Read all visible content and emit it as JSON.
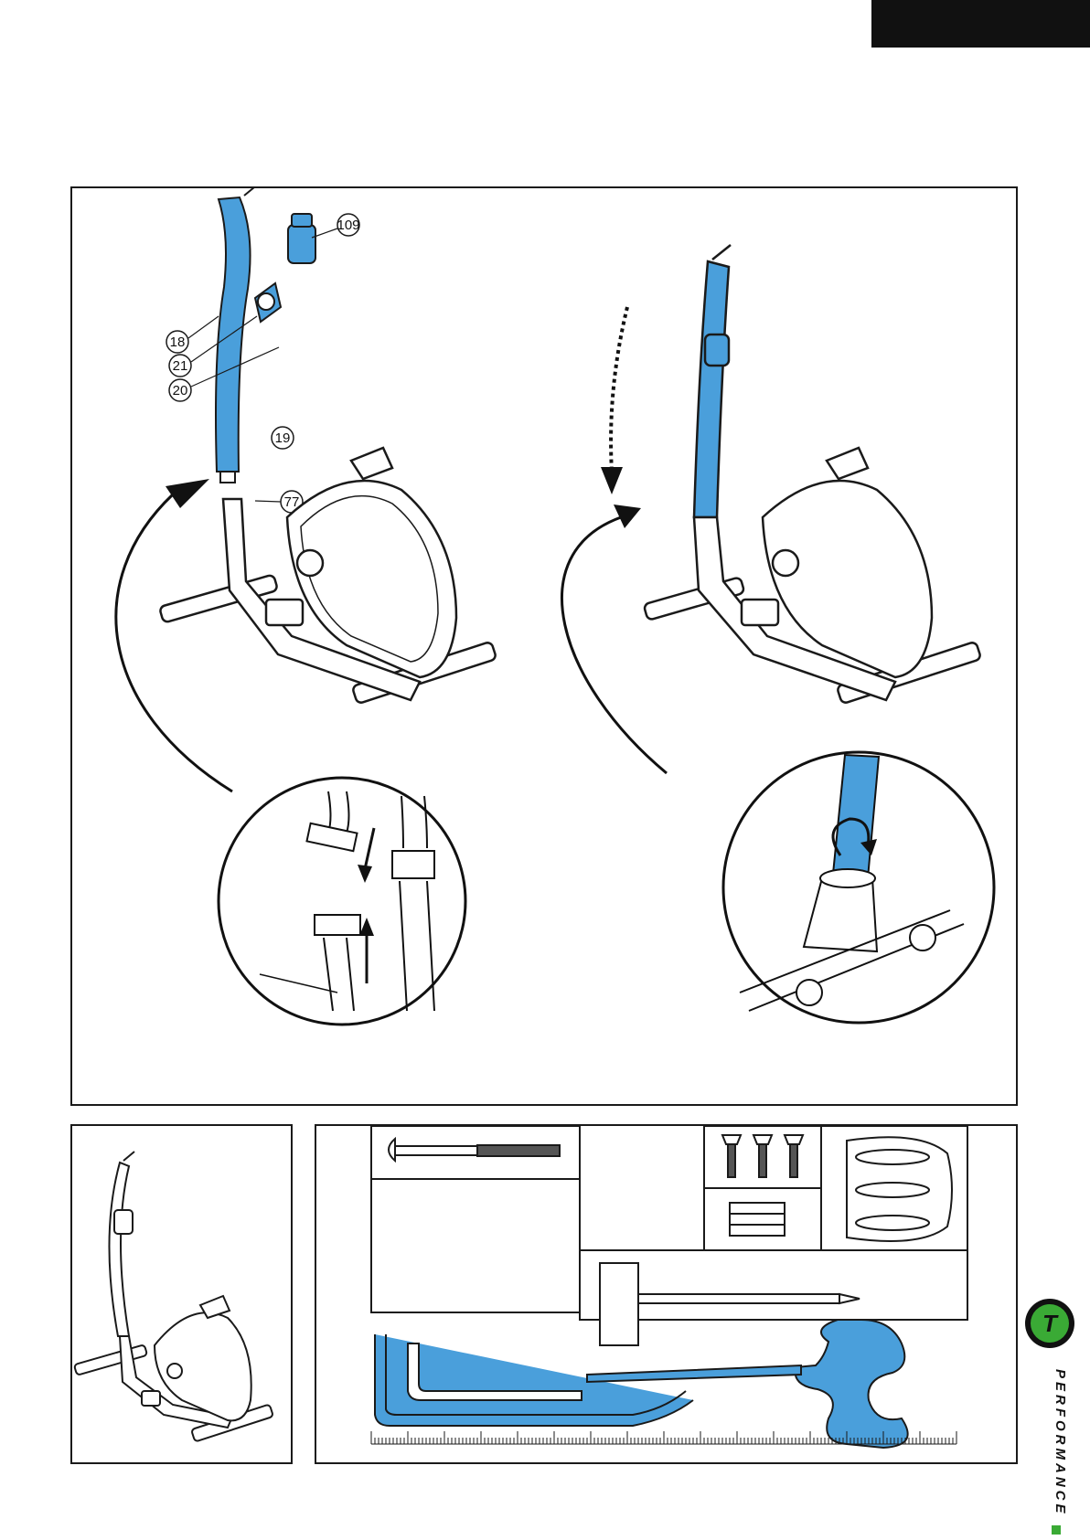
{
  "part_labels": {
    "p109": "109",
    "p18": "18",
    "p21": "21",
    "p20": "20",
    "p19": "19",
    "p77": "77"
  },
  "brand": {
    "logo_letter": "T",
    "name": "PERFORMANCE"
  },
  "colors": {
    "part_highlight": "#4a9fdb",
    "brand_green": "#3aaa35",
    "outline": "#1a1a1a"
  },
  "icons": {
    "arrow": "curved-arrow-icon",
    "rotate": "rotate-arrow-icon"
  }
}
